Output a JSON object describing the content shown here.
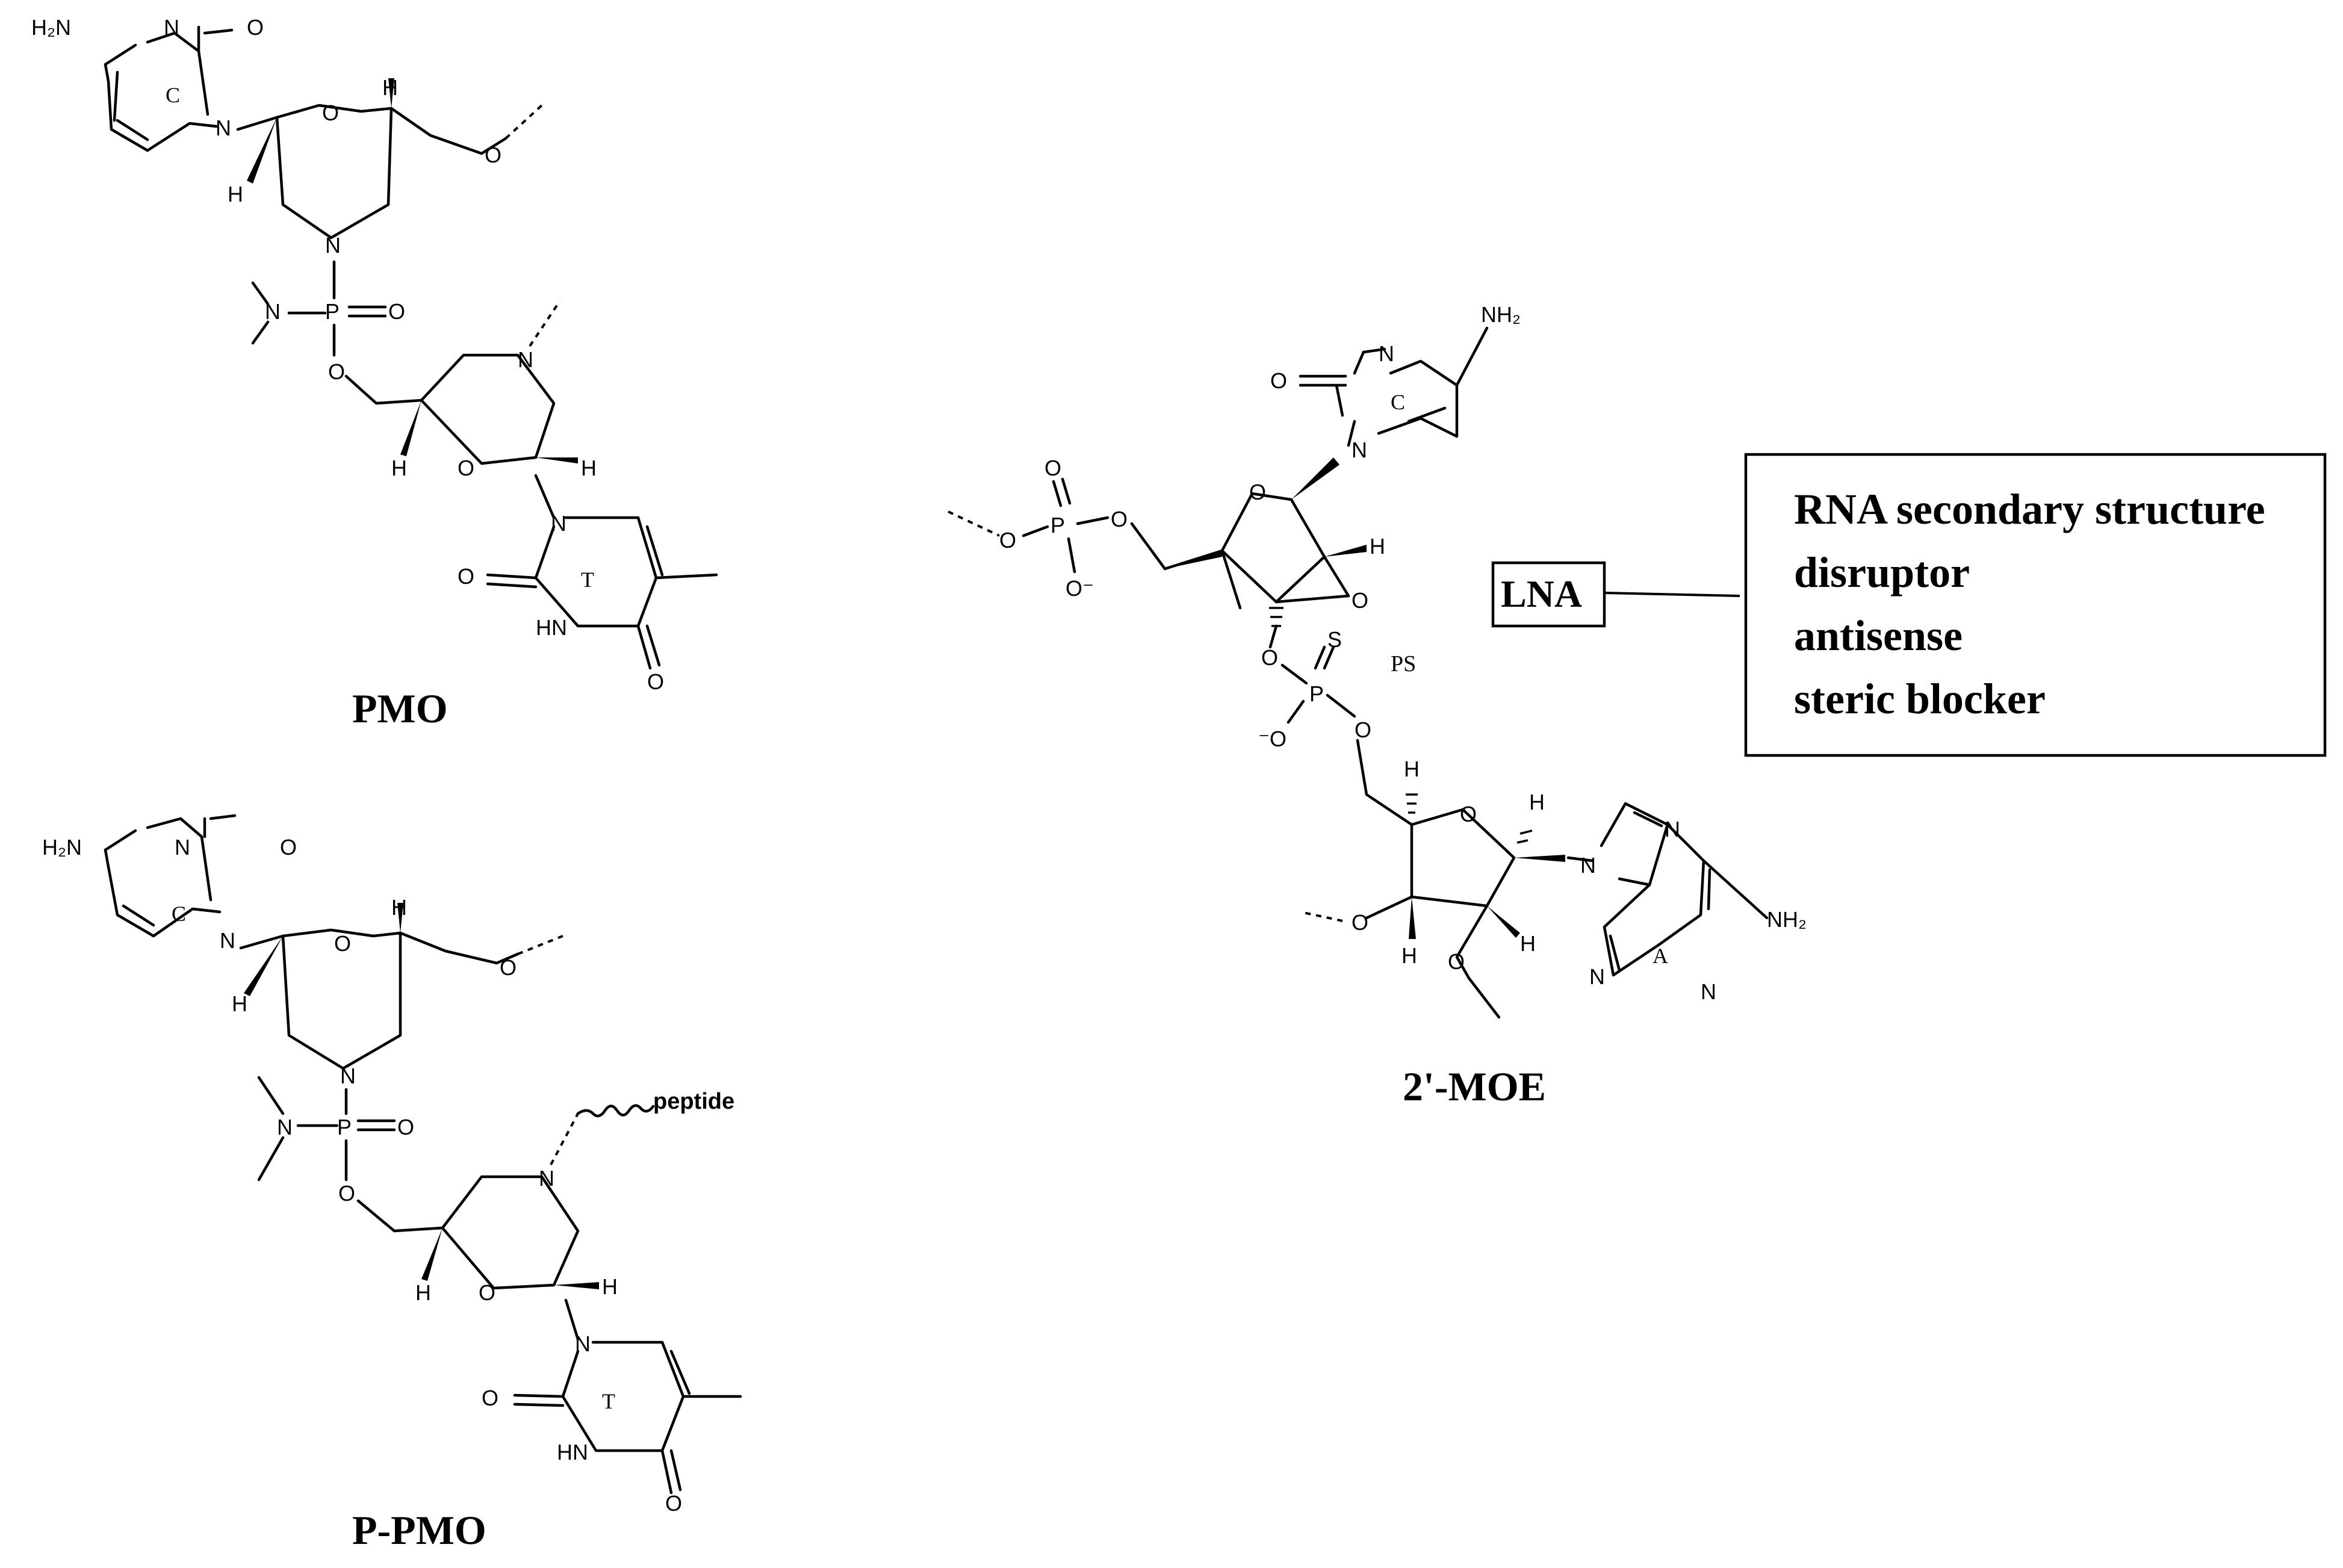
{
  "molecules": {
    "pmo": {
      "title": "PMO",
      "base1": "C",
      "base2": "T"
    },
    "ppmo": {
      "title": "P-PMO",
      "base1": "C",
      "base2": "T",
      "conjugate_label": "peptide"
    },
    "moe": {
      "title": "2'-MOE",
      "base1": "C",
      "base2": "A",
      "linkage_label": "PS"
    }
  },
  "lna": {
    "label": "LNA"
  },
  "functions_box": {
    "lines": [
      "RNA secondary structure",
      "disruptor",
      "antisense",
      "steric blocker"
    ]
  },
  "atoms": {
    "amine": "H₂N",
    "nh2": "NH₂",
    "n": "N",
    "o": "O",
    "h": "H",
    "p": "P",
    "s": "S",
    "hn": "HN",
    "o_minus": "O⁻",
    "minus_o": "⁻O"
  }
}
